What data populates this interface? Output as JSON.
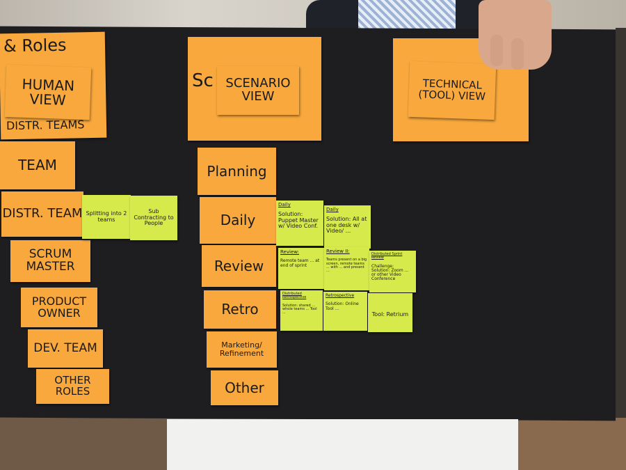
{
  "roles_column": {
    "header": "& Roles",
    "header_inner": "HUMAN VIEW",
    "header_sub": "DISTR. TEAMS",
    "items": [
      "TEAM",
      "DISTR. TEAM",
      "SCRUM MASTER",
      "PRODUCT OWNER",
      "DEV. TEAM",
      "OTHER ROLES"
    ],
    "notes": [
      {
        "text": "Splitting into 2 teams"
      },
      {
        "text": "Sub Contracting to People"
      }
    ]
  },
  "scenario_column": {
    "header": "Sc",
    "header_inner": "SCENARIO VIEW",
    "items": [
      "Planning",
      "Daily",
      "Review",
      "Retro",
      "Marketing/ Refinement",
      "Other"
    ]
  },
  "technical_column": {
    "header_inner": "TECHNICAL (TOOL) VIEW"
  },
  "notes": [
    {
      "title": "Daily",
      "body": "Solution: Puppet Master w/ Video Conf."
    },
    {
      "title": "Daily",
      "body": "Solution: All at one desk w/ Video/ ..."
    },
    {
      "title": "Review:",
      "body": "Remote team ... at end of sprint"
    },
    {
      "title": "Review II:",
      "body": "Teams present on a big screen, remote teams ... with ... and present ..."
    },
    {
      "title": "Distributed Sprint Review",
      "body": "Challenge:\nSolution: Zoom ... or other Video Conference"
    },
    {
      "title": "Distributed Retrospective",
      "body": "Solution: shared ... whole teams ... Tool ..."
    },
    {
      "title": "Retrospective",
      "body": "Solution: Online Tool ..."
    },
    {
      "title": "",
      "body": "Tool: Retrium"
    }
  ]
}
